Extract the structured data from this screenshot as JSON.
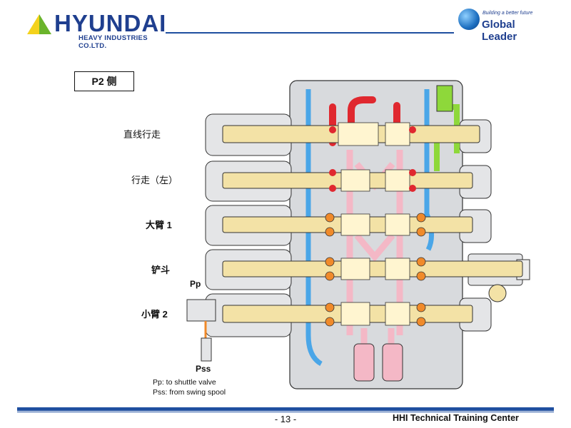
{
  "header": {
    "brand": "HYUNDAI",
    "brand_sub": "HEAVY INDUSTRIES CO.LTD.",
    "tagline": "Building a better future",
    "global_leader": "Global Leader"
  },
  "diagram": {
    "title_box": "P2 侧",
    "spool_labels": [
      "直线行走",
      "行走（左）",
      "大臂 1",
      "铲斗",
      "小臂 2"
    ],
    "port_labels": {
      "pp": "Pp",
      "pss": "Pss"
    },
    "notes": [
      "Pp: to shuttle valve",
      "Pss: from swing spool"
    ]
  },
  "footer": {
    "page_number": "- 13 -",
    "center_name": "HHI Technical Training Center"
  },
  "colors": {
    "brand_blue": "#1f3f8f",
    "logo_yellow": "#f4d21c",
    "logo_green": "#6bb42b",
    "body_gray": "#d8dadd",
    "spool_tan": "#f3e2a6",
    "pressure_red": "#e0282f",
    "passage_pink": "#f4b8c6",
    "tank_blue": "#4aa6e8",
    "pilot_green": "#8ed83a",
    "port_orange": "#f08a2a"
  }
}
